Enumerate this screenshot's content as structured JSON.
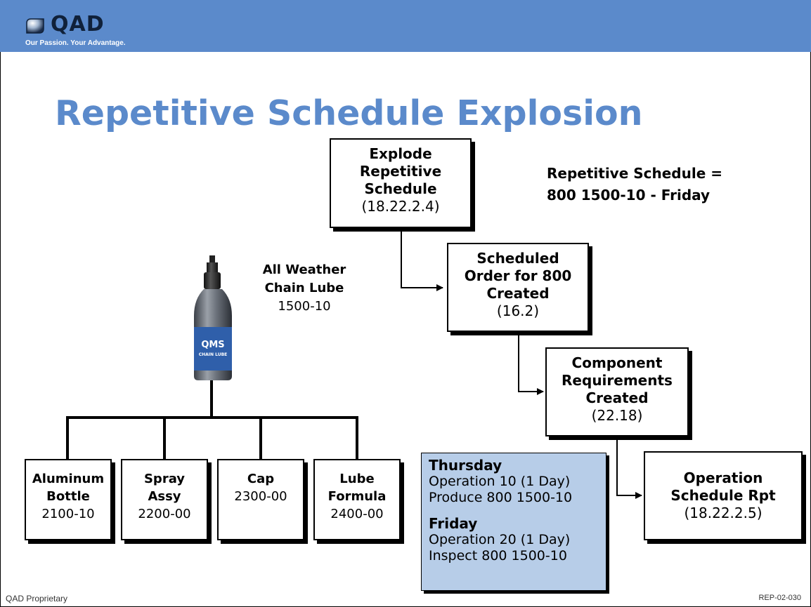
{
  "logo": {
    "name": "QAD",
    "tagline": "Our Passion. Your Advantage."
  },
  "title": "Repetitive Schedule Explosion",
  "schedule_label": {
    "line1": "Repetitive Schedule =",
    "line2": "800 1500-10 - Friday"
  },
  "flow": [
    {
      "lines": [
        "Explode",
        "Repetitive",
        "Schedule"
      ],
      "code": "(18.22.2.4)"
    },
    {
      "lines": [
        "Scheduled",
        "Order for 800",
        "Created"
      ],
      "code": "(16.2)"
    },
    {
      "lines": [
        "Component",
        "Requirements",
        "Created"
      ],
      "code": "(22.18)"
    },
    {
      "lines": [
        "Operation",
        "Schedule Rpt"
      ],
      "code": "(18.22.2.5)"
    }
  ],
  "product": {
    "name_line1": "All Weather",
    "name_line2": "Chain Lube",
    "code": "1500-10",
    "bottle_brand": "QMS",
    "bottle_sub": "CHAIN LUBE"
  },
  "components": [
    {
      "line1": "Aluminum",
      "line2": "Bottle",
      "code": "2100-10"
    },
    {
      "line1": "Spray",
      "line2": "Assy",
      "code": "2200-00"
    },
    {
      "line1": "Cap",
      "line2": "",
      "code": "2300-00"
    },
    {
      "line1": "Lube",
      "line2": "Formula",
      "code": "2400-00"
    }
  ],
  "note": {
    "day1": "Thursday",
    "day1_line1": "Operation 10 (1 Day)",
    "day1_line2": "Produce 800 1500-10",
    "day2": "Friday",
    "day2_line1": "Operation 20 (1 Day)",
    "day2_line2": "Inspect 800 1500-10"
  },
  "footer": {
    "left": "QAD Proprietary",
    "right": "REP-02-030"
  },
  "colors": {
    "banner": "#5b8acb",
    "title": "#5b8acb",
    "note_fill": "#b7cde8"
  }
}
